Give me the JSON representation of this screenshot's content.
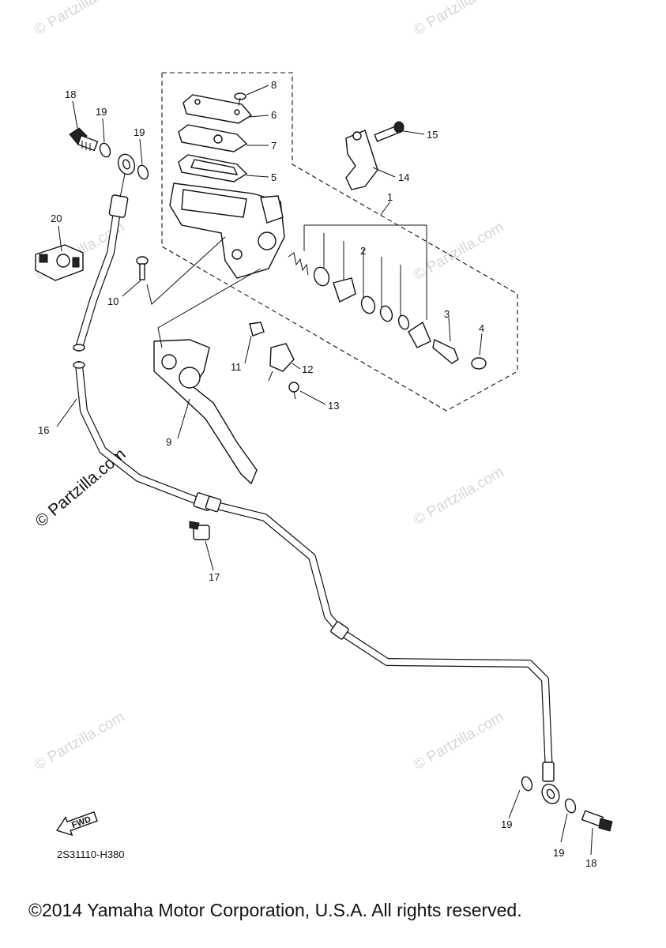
{
  "watermark": "© Partzilla.com",
  "diagram_code": "2S31110-H380",
  "copyright": "©2014 Yamaha Motor Corporation, U.S.A. All rights reserved.",
  "fwd_label": "FWD",
  "callouts": {
    "c1": "1",
    "c2": "2",
    "c3": "3",
    "c4": "4",
    "c5": "5",
    "c6": "6",
    "c7": "7",
    "c8": "8",
    "c9": "9",
    "c10": "10",
    "c11": "11",
    "c12": "12",
    "c13": "13",
    "c14": "14",
    "c15": "15",
    "c16": "16",
    "c17": "17",
    "c18a": "18",
    "c18b": "18",
    "c19a": "19",
    "c19b": "19",
    "c19c": "19",
    "c19d": "19",
    "c20": "20"
  }
}
